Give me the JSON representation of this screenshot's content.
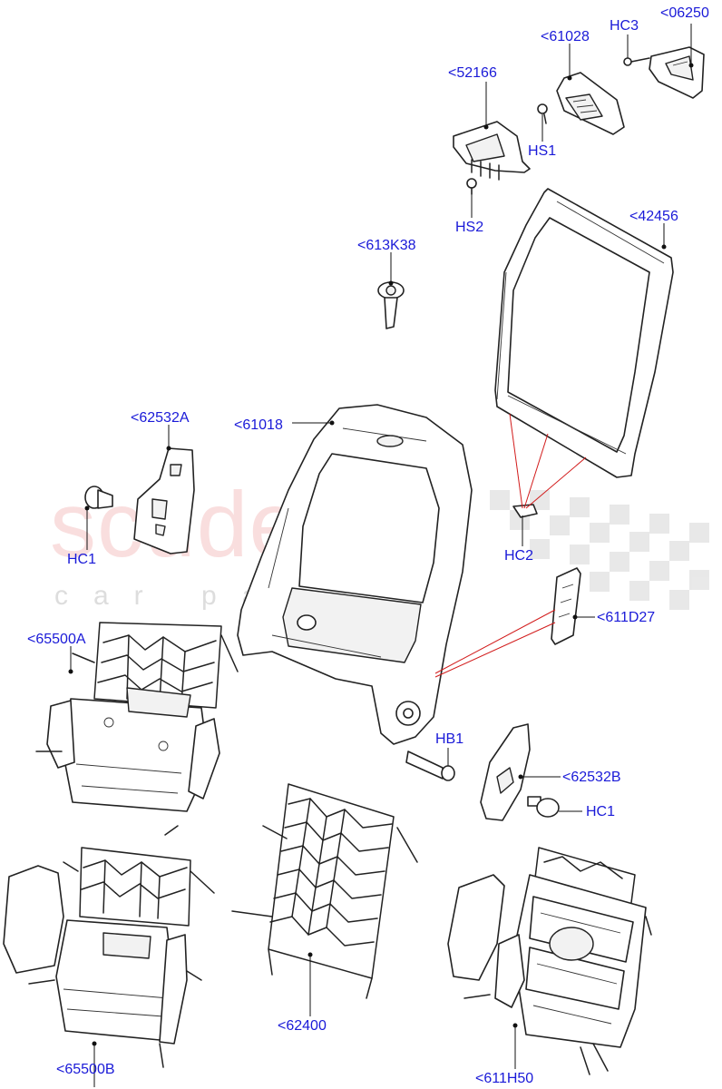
{
  "labels": {
    "p06250": "<06250",
    "hc3": "HC3",
    "p61028": "<61028",
    "p52166": "<52166",
    "hs1": "HS1",
    "hs2": "HS2",
    "p42456": "<42456",
    "p613k38": "<613K38",
    "p62532a": "<62532A",
    "p61018": "<61018",
    "hc1_left": "HC1",
    "hc2": "HC2",
    "p611d27": "<611D27",
    "p65500a": "<65500A",
    "hb1": "HB1",
    "p62532b": "<62532B",
    "hc1_right": "HC1",
    "p62400": "<62400",
    "p65500b": "<65500B",
    "p611h50": "<611H50"
  },
  "watermark": {
    "main": "scuderia",
    "sub": "car parts"
  },
  "colors": {
    "label": "#1a1ad8",
    "leader": "#111111",
    "red_leader": "#d21b1b",
    "watermark_main": "#ec9898",
    "watermark_sub": "#aaaaaa"
  }
}
